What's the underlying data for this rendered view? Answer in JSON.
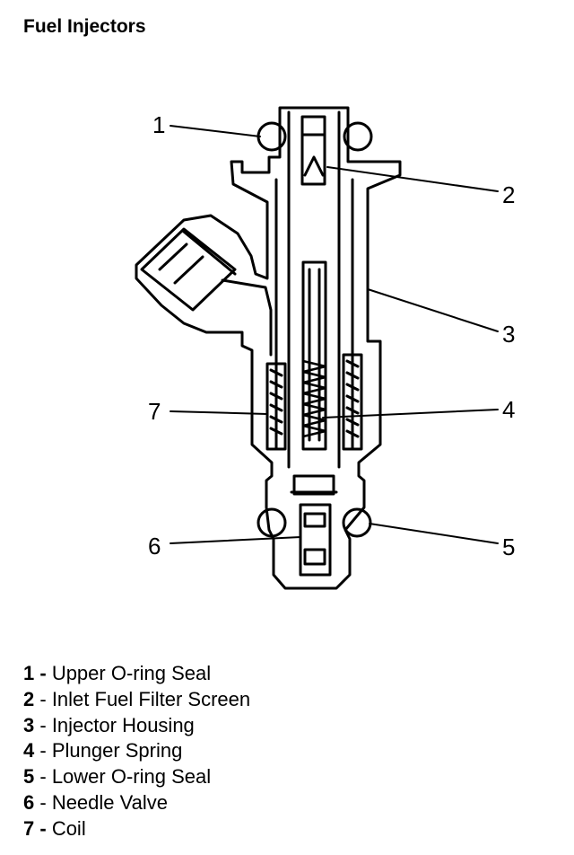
{
  "title": "Fuel Injectors",
  "callouts": [
    "1",
    "2",
    "3",
    "4",
    "5",
    "6",
    "7"
  ],
  "legend": [
    {
      "num": "1",
      "sep": " - ",
      "text": "Upper O-ring Seal"
    },
    {
      "num": "2",
      "sep": " - ",
      "text": "Inlet Fuel Filter Screen"
    },
    {
      "num": "3",
      "sep": " - ",
      "text": "Injector Housing"
    },
    {
      "num": "4",
      "sep": " - ",
      "text": "Plunger Spring"
    },
    {
      "num": "5",
      "sep": " - ",
      "text": "Lower O-ring Seal"
    },
    {
      "num": "6",
      "sep": " - ",
      "text": "Needle Valve"
    },
    {
      "num": "7",
      "sep": " - ",
      "text": "Coil"
    }
  ]
}
